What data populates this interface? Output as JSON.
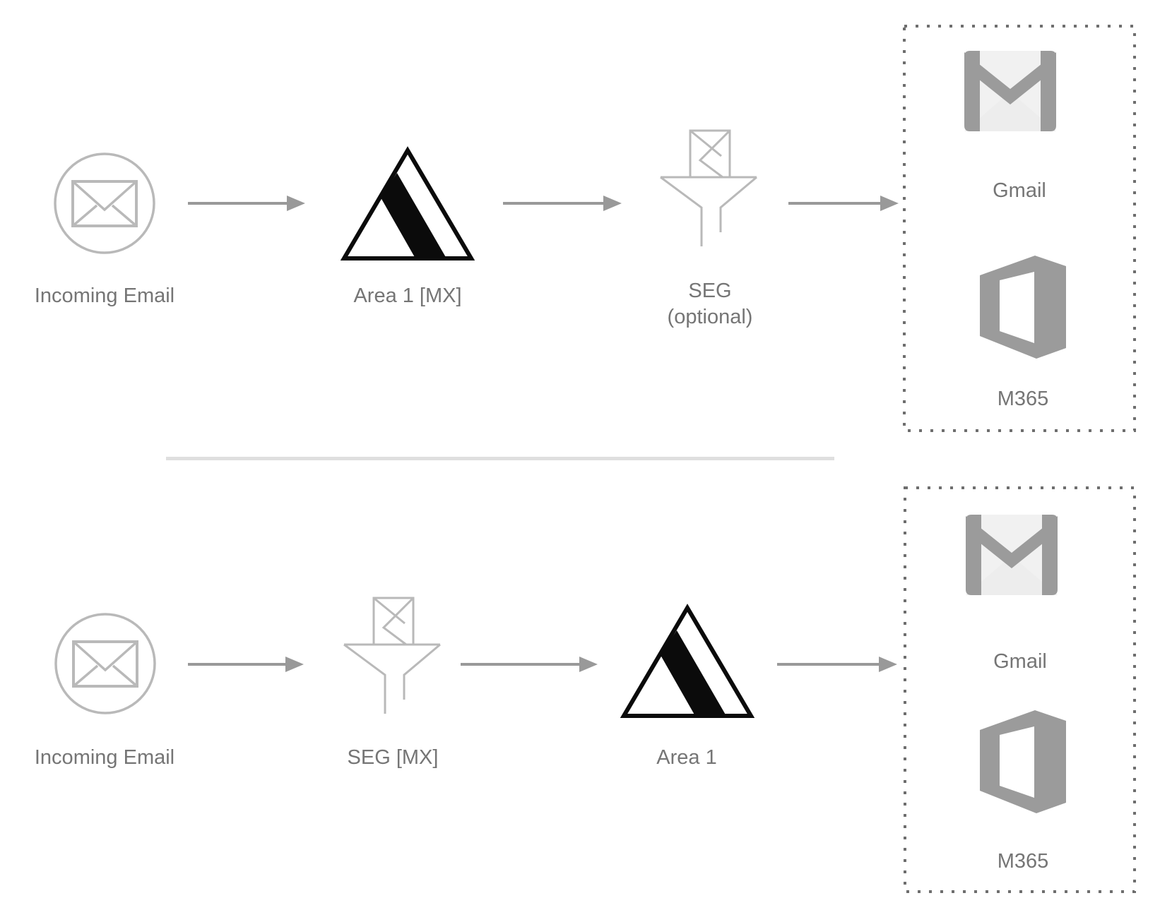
{
  "colors": {
    "label_text": "#757575",
    "arrow_gray": "#999999",
    "outline_icon_gray": "#b9b9b9",
    "logo_gray": "#9b9b9b",
    "triangle_black": "#0b0b0b",
    "divider_gray": "#dfdfdf",
    "dotted_border_gray": "#6e6e6e"
  },
  "top_flow": {
    "incoming": {
      "label": "Incoming Email"
    },
    "gateway1": {
      "label": "Area 1 [MX]"
    },
    "gateway2": {
      "label": "SEG",
      "sublabel": "(optional)"
    },
    "destinations": {
      "gmail": "Gmail",
      "m365": "M365"
    }
  },
  "bottom_flow": {
    "incoming": {
      "label": "Incoming Email"
    },
    "gateway1": {
      "label": "SEG [MX]"
    },
    "gateway2": {
      "label": "Area 1"
    },
    "destinations": {
      "gmail": "Gmail",
      "m365": "M365"
    }
  }
}
